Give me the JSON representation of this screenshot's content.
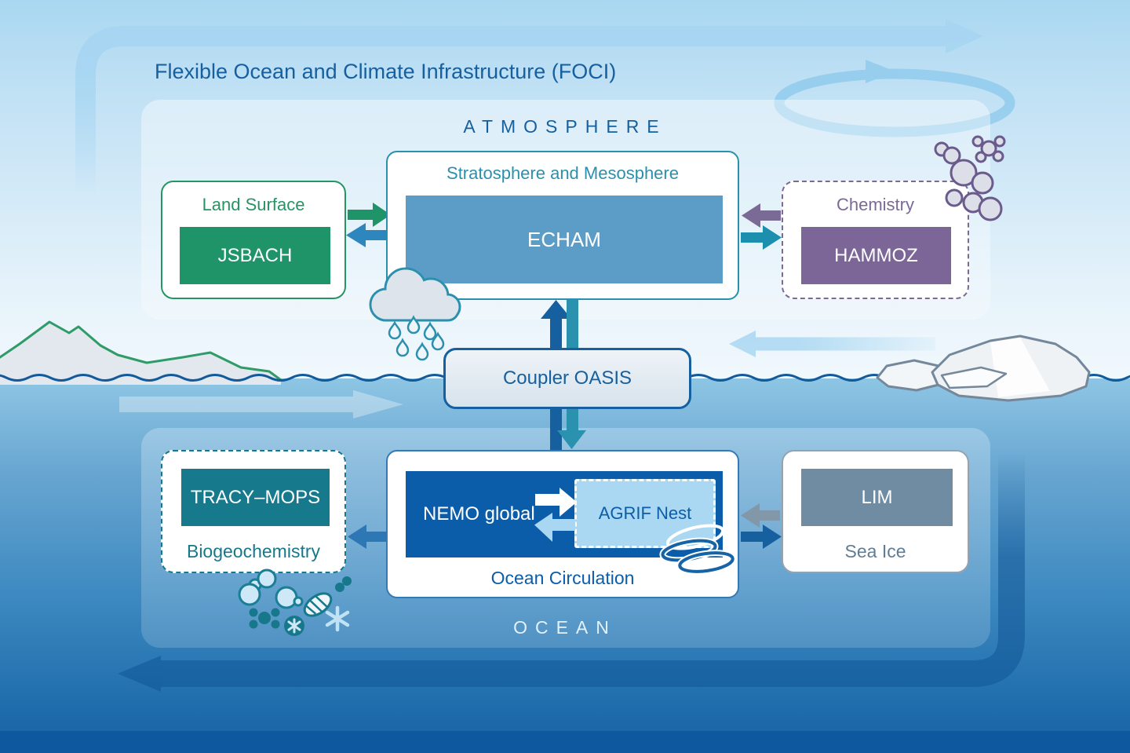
{
  "title": "Flexible Ocean and Climate Infrastructure (FOCI)",
  "atmosphere": {
    "section_label": "ATMOSPHERE",
    "land_surface": {
      "title": "Land Surface",
      "model": "JSBACH"
    },
    "stratosphere": {
      "title": "Stratosphere and Mesosphere",
      "model": "ECHAM"
    },
    "chemistry": {
      "title": "Chemistry",
      "model": "HAMMOZ"
    }
  },
  "coupler": {
    "label": "Coupler OASIS"
  },
  "ocean": {
    "section_label": "OCEAN",
    "biogeochemistry": {
      "title": "Biogeochemistry",
      "model": "TRACY–MOPS"
    },
    "ocean_circulation": {
      "title": "Ocean Circulation",
      "model": "NEMO global",
      "nest": "AGRIF Nest"
    },
    "sea_ice": {
      "title": "Sea Ice",
      "model": "LIM"
    }
  },
  "colors": {
    "title_blue": "#16609f",
    "teal": "#2b90ad",
    "green": "#259663",
    "purple": "#7a6a96",
    "echam_fill": "#5b9dc6",
    "jsbach_fill": "#1f9468",
    "hammoz_fill": "#7b6697",
    "tracy_fill": "#16798c",
    "nemo_fill": "#0b5da9",
    "agrif_fill": "#aad8f2",
    "lim_fill": "#6f8ca3"
  }
}
